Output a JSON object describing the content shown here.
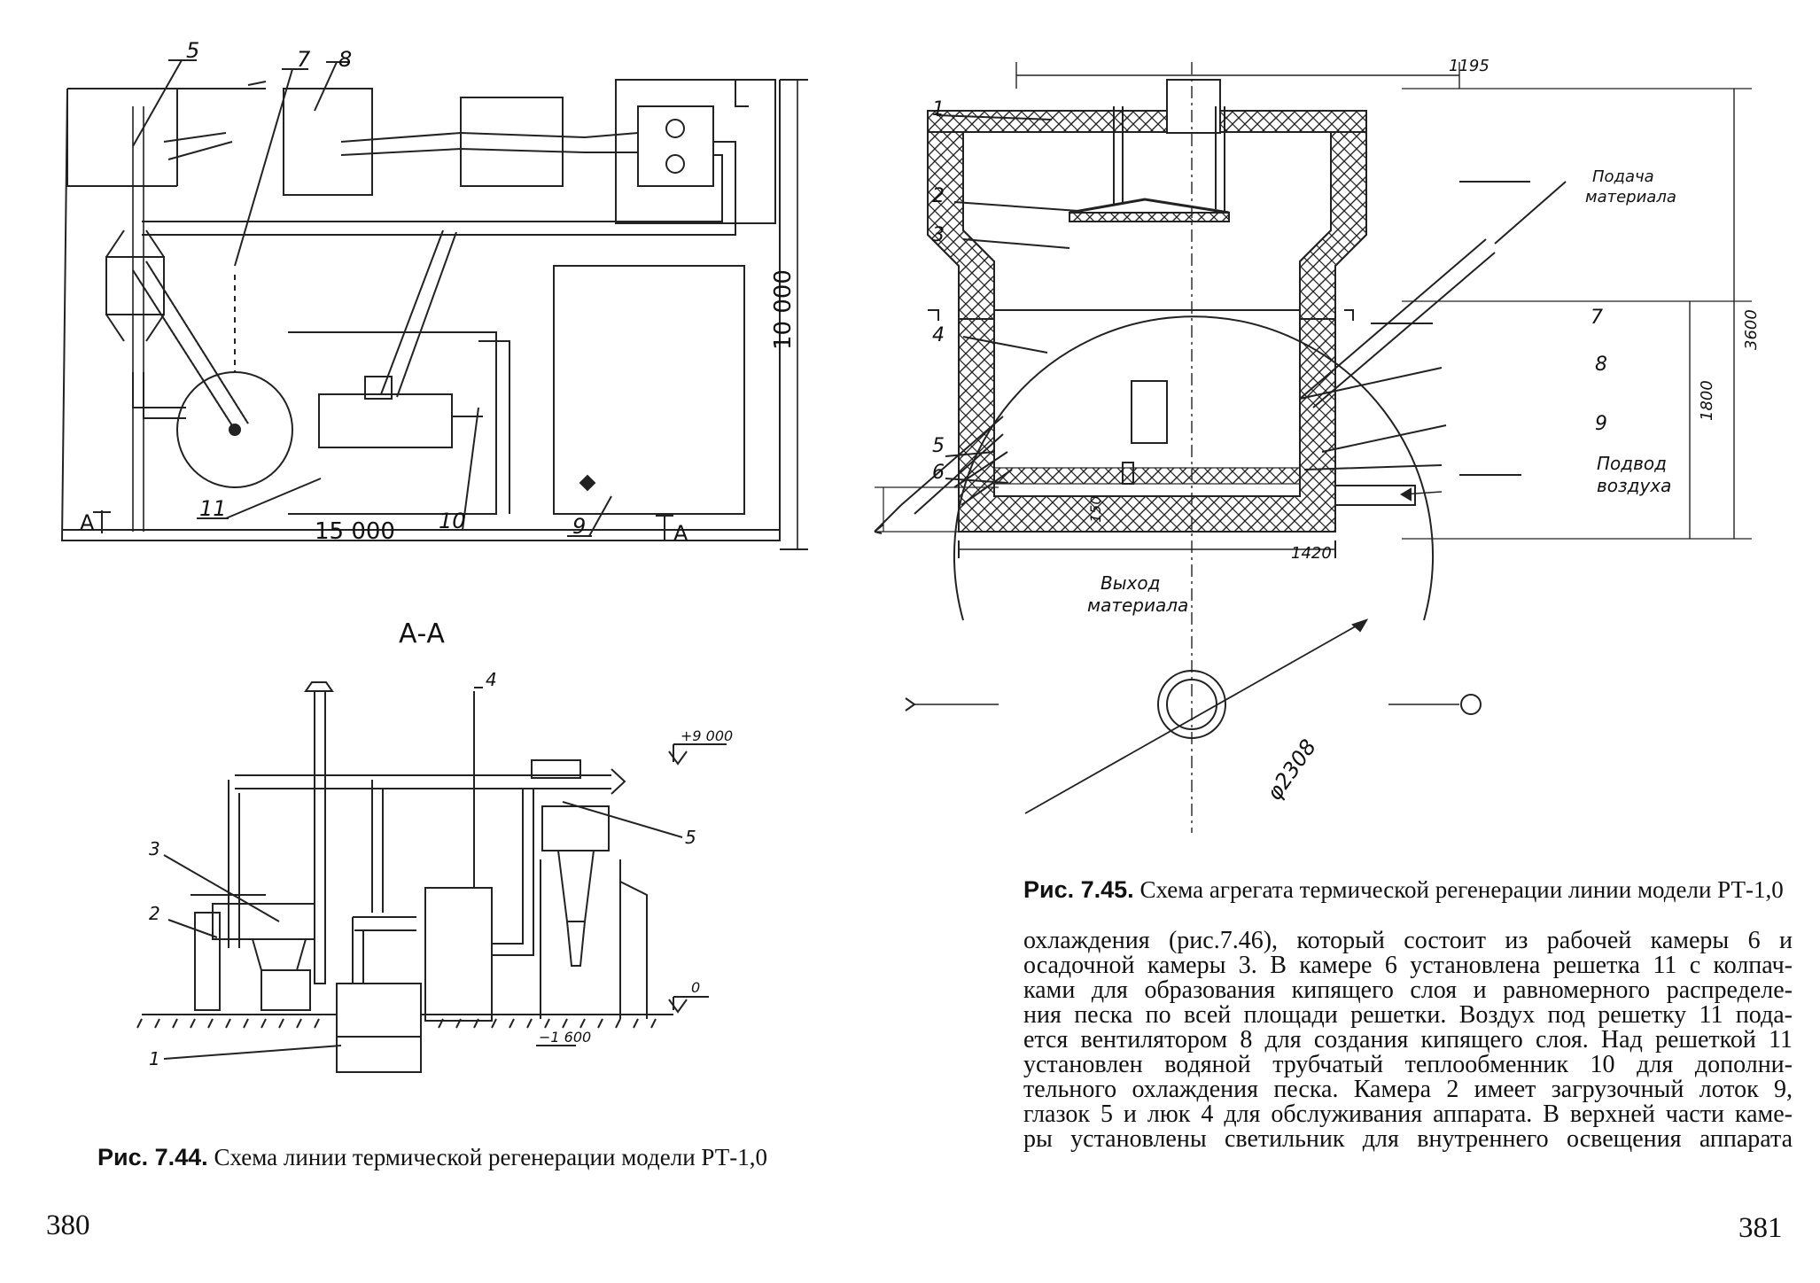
{
  "left_page": {
    "number": "380",
    "fig_44": {
      "plan_labels": {
        "l5": "5",
        "l7": "7",
        "l8": "8",
        "l11": "11",
        "l10": "10",
        "l9": "9",
        "section_left": "А",
        "section_right": "А",
        "dim_width": "15 000",
        "dim_height": "10 000"
      },
      "section_title": "А-А",
      "section_labels": {
        "l4": "4",
        "l3": "3",
        "l2": "2",
        "l5": "5",
        "l1": "1",
        "elev_top": "+9 000",
        "elev_zero": "0",
        "elev_bottom": "−1 600"
      },
      "caption_label": "Рис. 7.44.",
      "caption_text": " Схема линии термической регенерации модели РТ-1,0"
    }
  },
  "right_page": {
    "number": "381",
    "fig_45": {
      "labels": {
        "l1": "1",
        "l2": "2",
        "l3": "3",
        "l4": "4",
        "l5": "5",
        "l6": "6",
        "l7": "7",
        "l8": "8",
        "l9": "9"
      },
      "dims": {
        "top_width": "1195",
        "height_total": "3600",
        "height_lower": "1800",
        "bottom_width": "1420",
        "left_height": "150",
        "diameter": "φ2308"
      },
      "annotations": {
        "feed_1": "Подача",
        "feed_2": "материала",
        "air_1": "Подвод",
        "air_2": "воздуха",
        "out_1": "Выход",
        "out_2": "материала"
      },
      "caption_label": "Рис. 7.45.",
      "caption_text": " Схема агрегата термической регенерации линии модели РТ-1,0"
    },
    "body_lines": [
      "охлаждения (рис.7.46), который состоит из рабочей камеры 6 и",
      "осадочной камеры 3. В камере 6 установлена решетка 11 с колпач-",
      "ками для образования кипящего слоя и равномерного распределе-",
      "ния песка по всей площади решетки. Воздух под решетку 11 пода-",
      "ется вентилятором 8 для создания кипящего слоя. Над решеткой 11",
      "установлен водяной трубчатый теплообменник 10 для дополни-",
      "тельного охлаждения песка. Камера 2 имеет загрузочный лоток 9,",
      "глазок 5 и люк 4 для обслуживания аппарата. В верхней части каме-",
      "ры установлены светильник для внутреннего освещения аппарата"
    ]
  }
}
